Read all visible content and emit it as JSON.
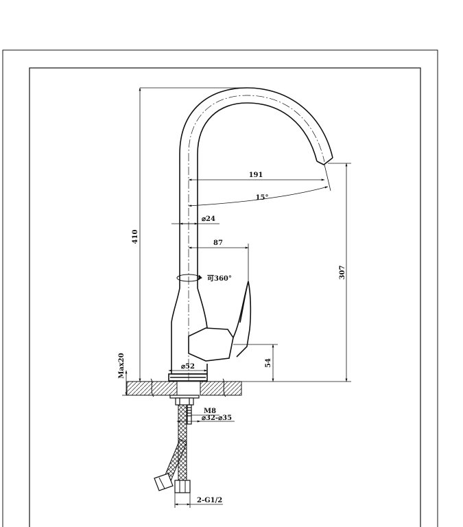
{
  "drawing": {
    "dimensions": {
      "overall_height": "410",
      "spout_reach": "191",
      "spout_angle": "15°",
      "spout_diameter": "⌀24",
      "handle_offset": "87",
      "rotation": "可360°",
      "outlet_height": "307",
      "max_deck_thickness": "Max20",
      "body_height": "54",
      "base_diameter": "⌀52",
      "stud_thread": "M8",
      "hole_diameter": "⌀32-⌀35",
      "hose_connection": "2-G1/2"
    }
  }
}
